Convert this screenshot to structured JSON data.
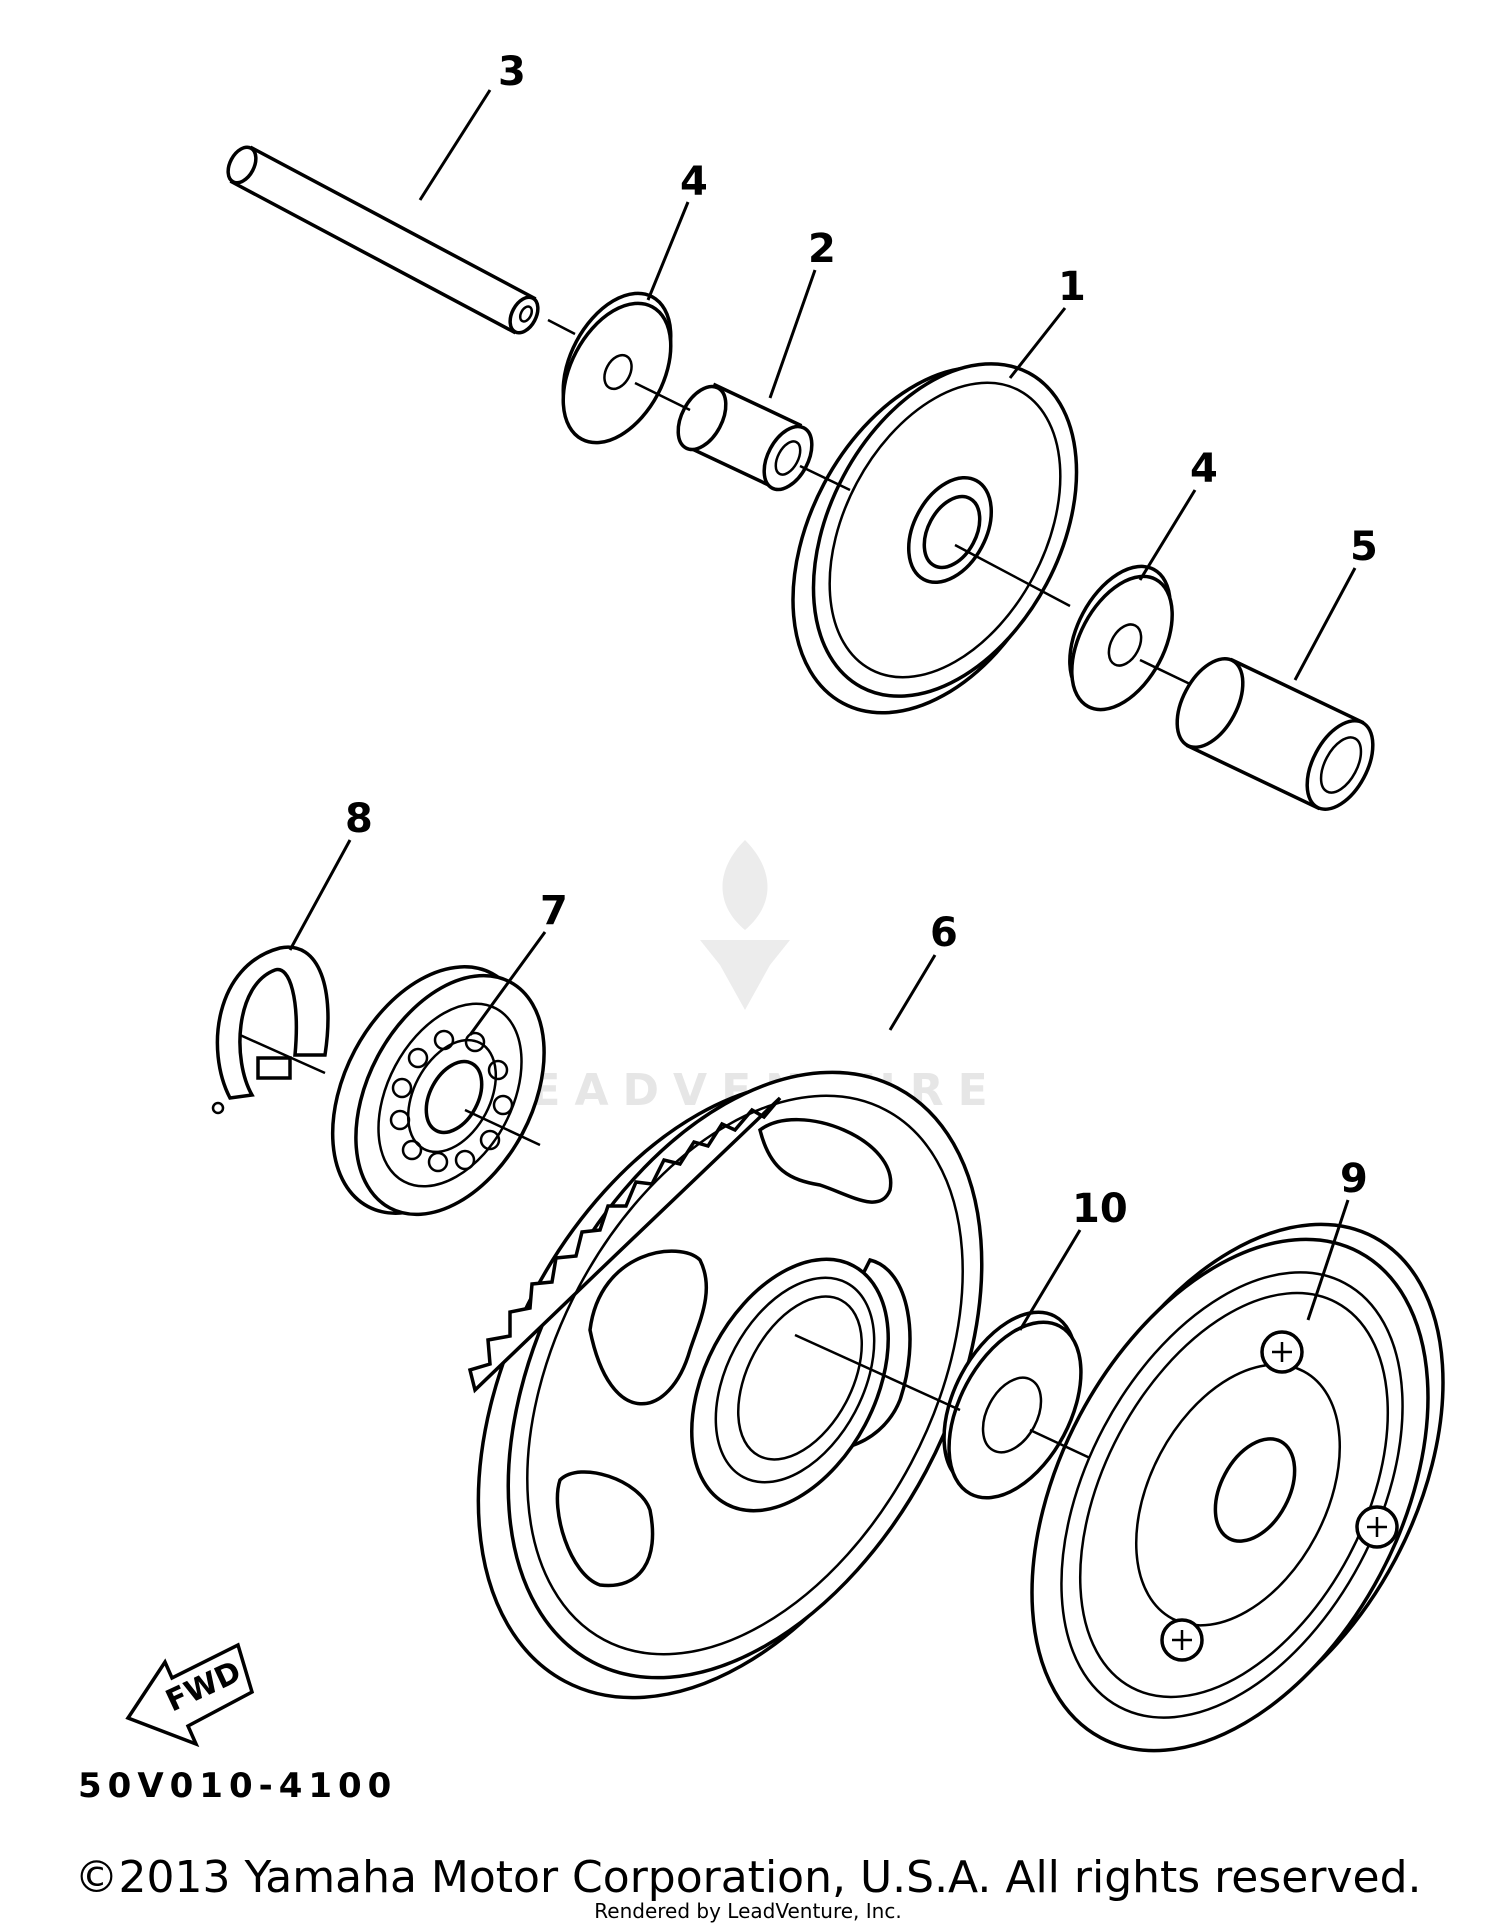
{
  "callouts": {
    "p1": "1",
    "p2": "2",
    "p3": "3",
    "p4a": "4",
    "p4b": "4",
    "p5": "5",
    "p6": "6",
    "p7": "7",
    "p8": "8",
    "p9": "9",
    "p10": "10"
  },
  "fwd_arrow": {
    "label": "FWD"
  },
  "diagram_code": "50V010-4100",
  "watermark": {
    "text": "LEADVENTURE"
  },
  "footer": {
    "copyright": "©2013 Yamaha Motor Corporation, U.S.A. All rights reserved.",
    "rendered_by": "Rendered by LeadVenture, Inc."
  }
}
